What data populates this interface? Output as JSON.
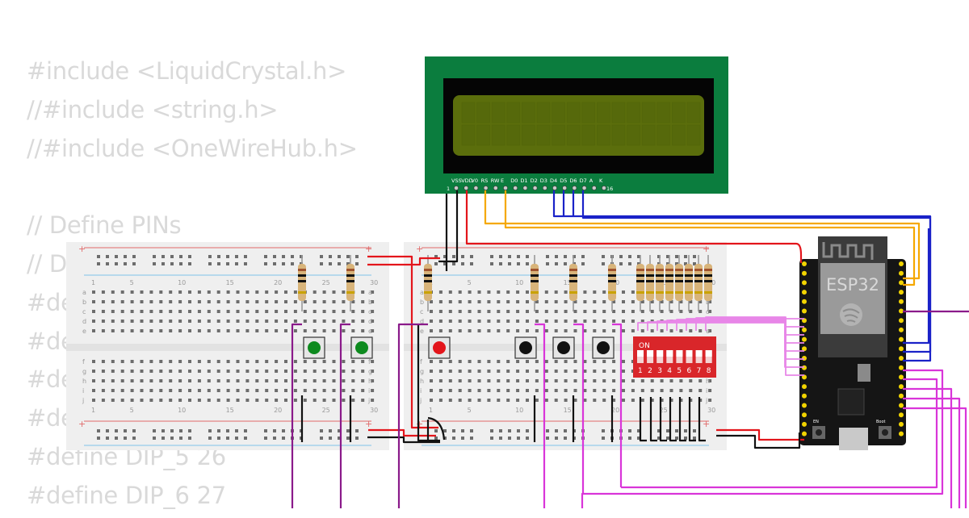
{
  "code_lines": [
    "#include <LiquidCrystal.h>",
    "//#include <string.h>",
    "//#include <OneWireHub.h>",
    "",
    "// Define PINs",
    "// D",
    "#de",
    "#de",
    "#de",
    "#de",
    "#define DIP_5 26",
    "#define DIP_6 27"
  ],
  "lcd": {
    "pin_labels": [
      "VSS",
      "VDD",
      "V0",
      "RS",
      "RW",
      "E",
      "D0",
      "D1",
      "D2",
      "D3",
      "D4",
      "D5",
      "D6",
      "D7",
      "A",
      "K"
    ],
    "pin_first": "1",
    "pin_last": "16"
  },
  "breadboard": {
    "column_numbers": [
      "1",
      "5",
      "10",
      "15",
      "20",
      "25",
      "30"
    ],
    "rows_top": [
      "a",
      "b",
      "c",
      "d",
      "e"
    ],
    "rows_bottom": [
      "f",
      "g",
      "h",
      "i",
      "j"
    ],
    "plus": "+"
  },
  "esp32": {
    "label": "ESP32",
    "button_en": "EN",
    "button_boot": "Boot"
  },
  "dip_switch": {
    "on_label": "ON",
    "numbers": [
      "1",
      "2",
      "3",
      "4",
      "5",
      "6",
      "7",
      "8"
    ]
  },
  "colors": {
    "lcd_pcb": "#0b7d3e",
    "lcd_screen": "#5b6e0c",
    "wire_red": "#e3151b",
    "wire_black": "#111111",
    "wire_orange": "#f5a800",
    "wire_blue": "#1a22c8",
    "wire_purple": "#8a1a8a",
    "wire_magenta": "#d935d9",
    "wire_pink": "#e887e8",
    "button_green": "#0d8a1e",
    "button_red": "#e3151b",
    "dip_red": "#d9262a"
  }
}
